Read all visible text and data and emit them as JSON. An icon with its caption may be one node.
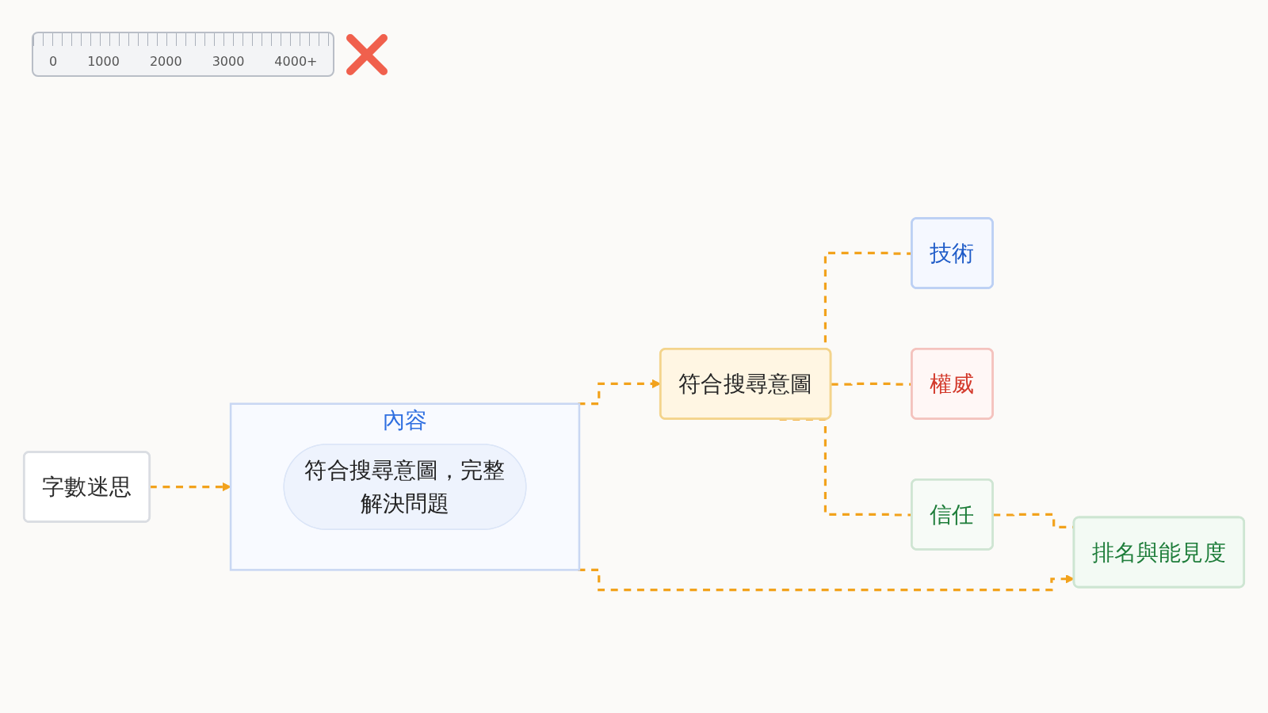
{
  "diagram": {
    "nodes": [
      {
        "text": [
          "字數迷思"
        ]
      },
      {
        "text": [
          "內容"
        ]
      },
      {
        "text": [
          "符合搜尋意圖，完整解決問題"
        ],
        "in": 1
      },
      {
        "text": [
          "排名與能見度"
        ]
      },
      {
        "text": [
          "符合搜尋意圖"
        ]
      },
      {
        "text": [
          "技術"
        ]
      },
      {
        "text": [
          "權威"
        ]
      },
      {
        "text": [
          "信任"
        ]
      }
    ],
    "edges": [
      {
        "from": 0,
        "to": 1,
        "arrow": "to",
        "style": "dashed"
      },
      {
        "from": 1,
        "to": 3,
        "arrow": "to",
        "style": "dashed"
      },
      {
        "from": 1,
        "to": 4,
        "arrow": "to",
        "style": "dashed"
      },
      {
        "from": 4,
        "to": 5,
        "arrow": "none",
        "style": "dashed"
      },
      {
        "from": 4,
        "to": 6,
        "arrow": "none",
        "style": "dashed"
      },
      {
        "from": 4,
        "to": 7,
        "arrow": "none",
        "style": "dashed"
      },
      {
        "from": 7,
        "to": 3,
        "arrow": "none",
        "style": "dashed"
      }
    ],
    "labels": [
      "0",
      "1000",
      "2000",
      "3000",
      "4000+"
    ]
  }
}
